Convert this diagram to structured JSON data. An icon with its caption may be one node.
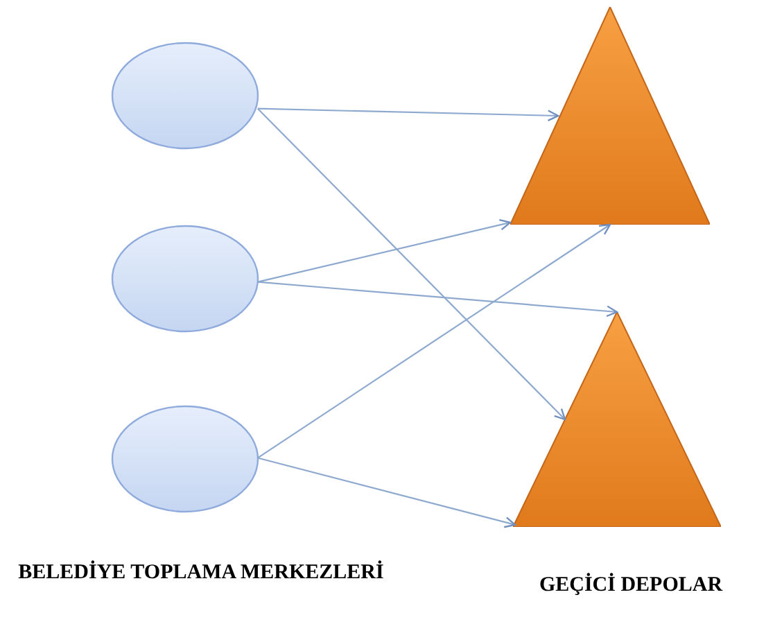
{
  "diagram": {
    "nodes": [
      {
        "text": [],
        "shape": "ellipse"
      },
      {
        "text": [],
        "shape": "ellipse"
      },
      {
        "text": [],
        "shape": "ellipse"
      },
      {
        "text": [],
        "shape": "triangle"
      },
      {
        "text": [],
        "shape": "triangle"
      }
    ],
    "edges": [
      {
        "from": 0,
        "to": 3,
        "arrow": "to"
      },
      {
        "from": 0,
        "to": 4,
        "arrow": "to"
      },
      {
        "from": 1,
        "to": 3,
        "arrow": "to"
      },
      {
        "from": 1,
        "to": 4,
        "arrow": "to"
      },
      {
        "from": 2,
        "to": 3,
        "arrow": "to"
      },
      {
        "from": 2,
        "to": 4,
        "arrow": "to"
      }
    ],
    "labels": [
      "BELEDİYE TOPLAMA MERKEZLERİ",
      "GEÇİCİ DEPOLAR"
    ]
  }
}
